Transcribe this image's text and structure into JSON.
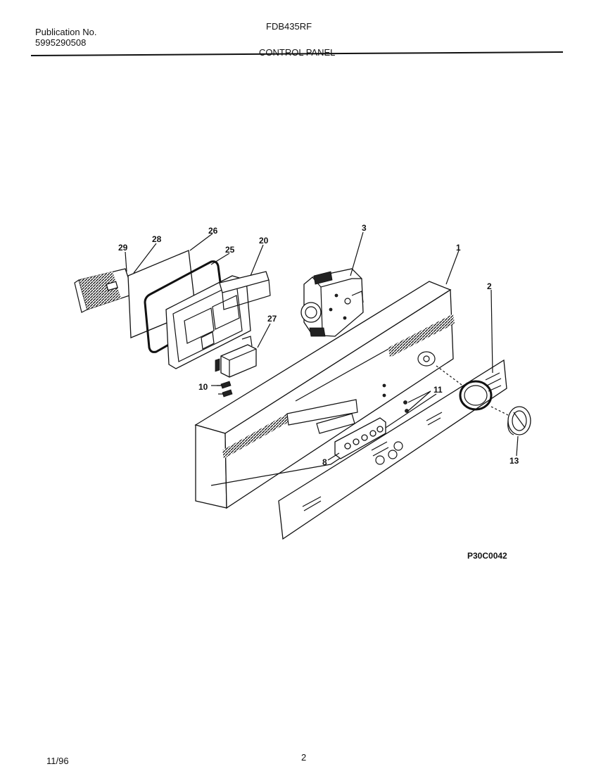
{
  "header": {
    "publication_label": "Publication No.",
    "publication_number": "5995290508",
    "model": "FDB435RF",
    "section_title": "CONTROL PANEL"
  },
  "diagram": {
    "callouts": {
      "c1": "1",
      "c2": "2",
      "c3": "3",
      "c8": "8",
      "c10": "10",
      "c11": "11",
      "c13": "13",
      "c20": "20",
      "c25": "25",
      "c26": "26",
      "c27": "27",
      "c28": "28",
      "c29": "29"
    },
    "figure_code": "P30C0042"
  },
  "footer": {
    "date": "11/96",
    "page_number": "2"
  }
}
